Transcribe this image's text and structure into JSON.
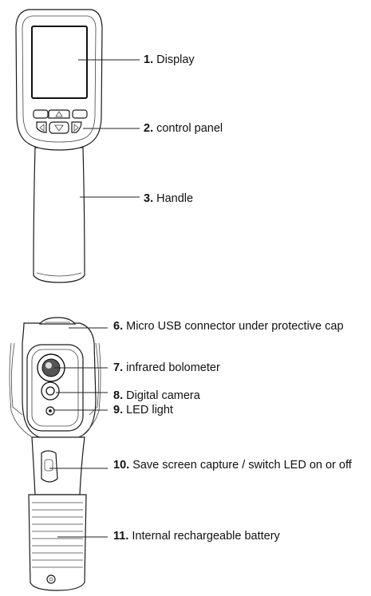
{
  "front_labels": [
    {
      "num": "1.",
      "text": " Display"
    },
    {
      "num": "2.",
      "text": " control panel"
    },
    {
      "num": "3.",
      "text": " Handle"
    }
  ],
  "back_labels": [
    {
      "num": "6.",
      "text": " Micro USB connector under protective cap"
    },
    {
      "num": "7.",
      "text": " infrared bolometer"
    },
    {
      "num": "8.",
      "text": " Digital camera"
    },
    {
      "num": "9.",
      "text": " LED light"
    },
    {
      "num": "10.",
      "text": " Save screen capture / switch LED on or off"
    },
    {
      "num": "11.",
      "text": " Internal rechargeable battery"
    }
  ]
}
